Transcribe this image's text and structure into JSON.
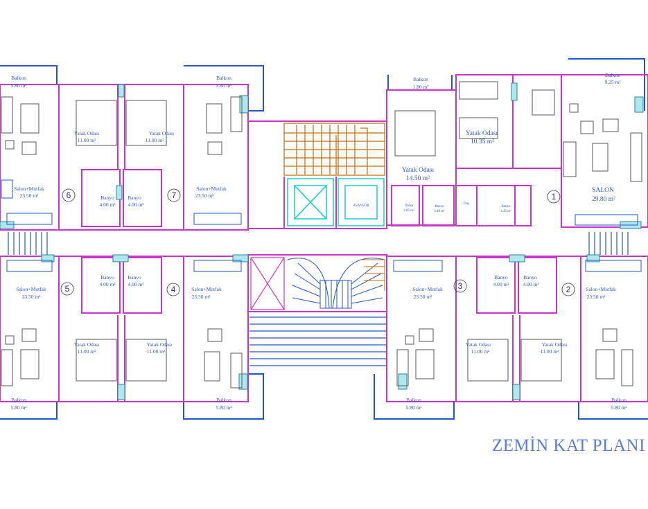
{
  "title": "ZEMİN KAT PLANI",
  "units": [
    {
      "num": "1",
      "salon": "SALON",
      "salon_area": "29.80 m²",
      "balkon": "Balkon",
      "balkon_area": "9.25 m²",
      "bed1": "Yatak Odası",
      "bed1_area": "14.50 m²",
      "bed2": "Yatak Odası",
      "bed2_area": "10.35 m²",
      "balkon_small": "Balkon",
      "balkon_small_area": "1.80 m²",
      "dolap": "Dolap",
      "dolap_area": "2.85 m²",
      "banyo1": "Banyo",
      "banyo1_area": "4.40 m²",
      "dus": "Duş",
      "banyo2": "Banyo",
      "banyo2_area": "4.45 m²"
    },
    {
      "num": "2",
      "salon": "Salon+Mutfak",
      "salon_area": "23.50 m²",
      "bed": "Yatak Odası",
      "bed_area": "11.00 m²",
      "banyo": "Banyo",
      "banyo_area": "4.00 m²",
      "balkon": "Balkon",
      "balkon_area": "5.80 m²"
    },
    {
      "num": "3",
      "salon": "Salon+Mutfak",
      "salon_area": "23.50 m²",
      "bed": "Yatak Odası",
      "bed_area": "11.00 m²",
      "banyo": "Banyo",
      "banyo_area": "4.00 m²",
      "balkon": "Balkon",
      "balkon_area": "5.80 m²"
    },
    {
      "num": "4",
      "salon": "Salon+Mutfak",
      "salon_area": "23.50 m²",
      "bed": "Yatak Odası",
      "bed_area": "11.00 m²",
      "banyo": "Banyo",
      "banyo_area": "4.00 m²",
      "balkon": "Balkon",
      "balkon_area": "5.80 m²"
    },
    {
      "num": "5",
      "salon": "Salon+Mutfak",
      "salon_area": "23.50 m²",
      "bed": "Yatak Odası",
      "bed_area": "11.00 m²",
      "banyo": "Banyo",
      "banyo_area": "4.00 m²",
      "balkon": "Balkon",
      "balkon_area": "5.80 m²"
    },
    {
      "num": "6",
      "salon": "Salon+Mutfak",
      "salon_area": "23.50 m²",
      "bed": "Yatak Odası",
      "bed_area": "11.00 m²",
      "banyo": "Banyo",
      "banyo_area": "4.00 m²",
      "balkon": "Balkon",
      "balkon_area": "5.80 m²"
    },
    {
      "num": "7",
      "salon": "Salon+Mutfak",
      "salon_area": "23.50 m²",
      "bed": "Yatak Odası",
      "bed_area": "11.00 m²",
      "banyo": "Banyo",
      "banyo_area": "4.00 m²",
      "balkon": "Balkon",
      "balkon_area": "5.80 m²"
    }
  ],
  "elevator": "ASANSÖR",
  "colors": {
    "wall": "#cc33cc",
    "balcony": "#2255cc",
    "text": "#3355cc",
    "stair": "#cc6600",
    "lift": "#00cccc",
    "furniture": "#444444"
  }
}
